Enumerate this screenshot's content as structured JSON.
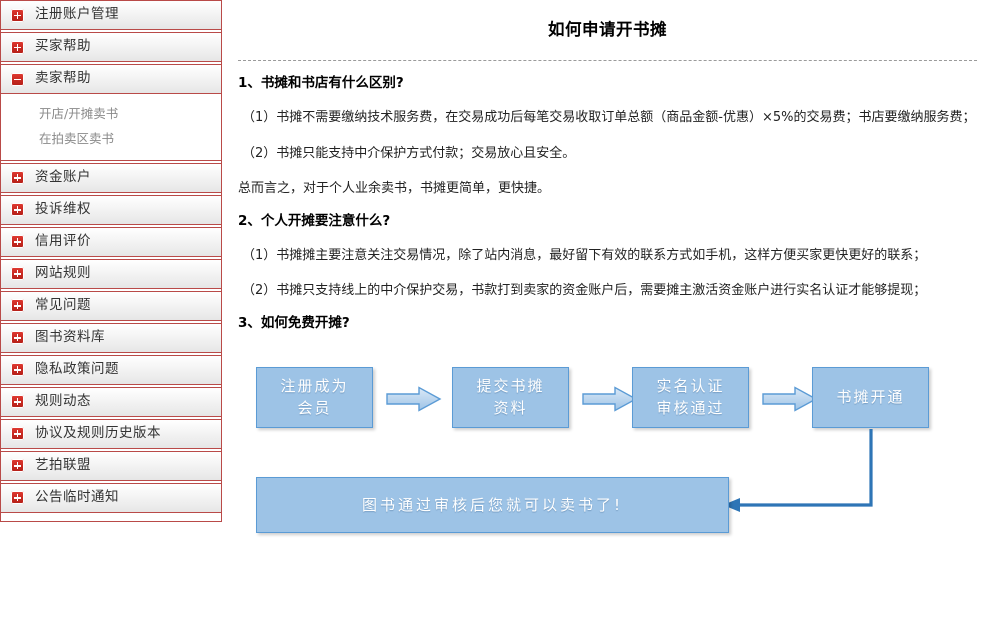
{
  "sidebar": {
    "items": [
      {
        "label": "注册账户管理",
        "icon": "plus-icon",
        "expanded": false
      },
      {
        "label": "买家帮助",
        "icon": "plus-icon",
        "expanded": false
      },
      {
        "label": "卖家帮助",
        "icon": "minus-icon",
        "expanded": true
      },
      {
        "label": "资金账户",
        "icon": "plus-icon",
        "expanded": false
      },
      {
        "label": "投诉维权",
        "icon": "plus-icon",
        "expanded": false
      },
      {
        "label": "信用评价",
        "icon": "plus-icon",
        "expanded": false
      },
      {
        "label": "网站规则",
        "icon": "plus-icon",
        "expanded": false
      },
      {
        "label": "常见问题",
        "icon": "plus-icon",
        "expanded": false
      },
      {
        "label": "图书资料库",
        "icon": "plus-icon",
        "expanded": false
      },
      {
        "label": "隐私政策问题",
        "icon": "plus-icon",
        "expanded": false
      },
      {
        "label": "规则动态",
        "icon": "plus-icon",
        "expanded": false
      },
      {
        "label": "协议及规则历史版本",
        "icon": "plus-icon",
        "expanded": false
      },
      {
        "label": "艺拍联盟",
        "icon": "plus-icon",
        "expanded": false
      },
      {
        "label": "公告临时通知",
        "icon": "plus-icon",
        "expanded": false
      }
    ],
    "subitems": [
      {
        "label": "开店/开摊卖书"
      },
      {
        "label": "在拍卖区卖书"
      }
    ],
    "border_color": "#b94a48",
    "icon_color": "#c92a22"
  },
  "main": {
    "title": "如何申请开书摊",
    "sections": [
      {
        "heading": "1、书摊和书店有什么区别?",
        "paragraphs": [
          "（1）书摊不需要缴纳技术服务费，在交易成功后每笔交易收取订单总额（商品金额-优惠）×5%的交易费；书店要缴纳服务费；",
          "（2）书摊只能支持中介保护方式付款；交易放心且安全。",
          "总而言之，对于个人业余卖书，书摊更简单，更快捷。"
        ]
      },
      {
        "heading": "2、个人开摊要注意什么?",
        "paragraphs": [
          "（1）书摊摊主要注意关注交易情况，除了站内消息，最好留下有效的联系方式如手机，这样方便买家更快更好的联系；",
          "（2）书摊只支持线上的中介保护交易，书款打到卖家的资金账户后，需要摊主激活资金账户进行实名认证才能够提现；"
        ]
      },
      {
        "heading": "3、如何免费开摊?",
        "paragraphs": []
      }
    ]
  },
  "flowchart": {
    "type": "diagram",
    "box_fill": "#9dc3e6",
    "box_border": "#5b9bd5",
    "connector_color": "#2e75b6",
    "steps": [
      {
        "id": "step-1",
        "text": "注册成为\n会员"
      },
      {
        "id": "step-2",
        "text": "提交书摊\n资料"
      },
      {
        "id": "step-3",
        "text": "实名认证\n审核通过"
      },
      {
        "id": "step-4",
        "text": "书摊开通"
      }
    ],
    "result": {
      "id": "step-result",
      "text": "图书通过审核后您就可以卖书了!"
    },
    "arrows": [
      "arrow-1",
      "arrow-2",
      "arrow-3",
      "elbow-connector"
    ]
  }
}
